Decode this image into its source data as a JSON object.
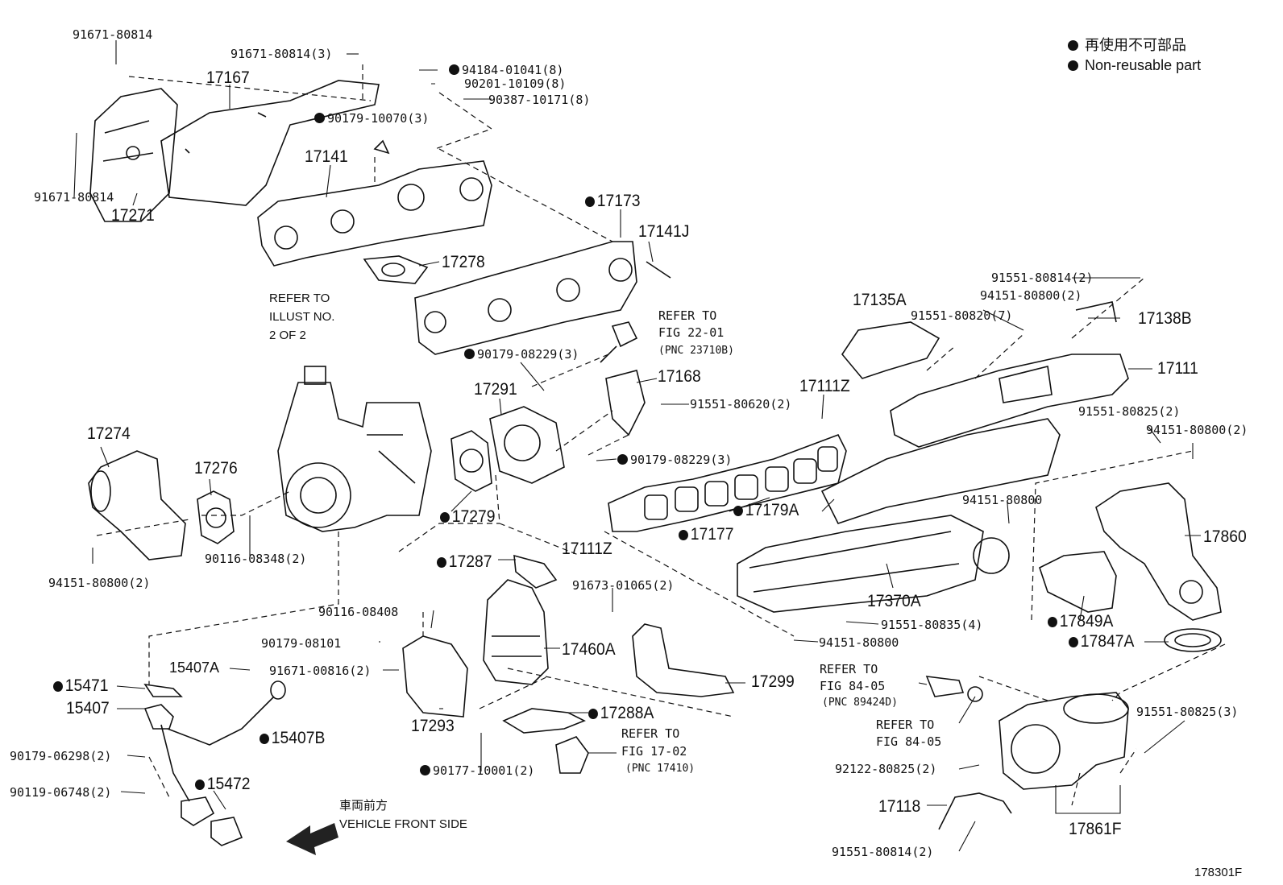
{
  "legend": {
    "non_reusable_jp": "再使用不可部品",
    "non_reusable_en": "Non-reusable part"
  },
  "labels": {
    "p91671_80814_a": "91671-80814",
    "p91671_80814_3": "91671-80814(3)",
    "p91671_80814_b": "91671-80814",
    "p17167": "17167",
    "p17271": "17271",
    "p94184_01041": "94184-01041(8)",
    "p90201_10109": "90201-10109(8)",
    "p90387_10171": "90387-10171(8)",
    "p90179_10070": "90179-10070(3)",
    "p17141": "17141",
    "p17173": "17173",
    "p17141J": "17141J",
    "p17278": "17278",
    "refer_illust": "REFER TO",
    "refer_illust_2": "ILLUST NO.",
    "refer_illust_3": "2 OF 2",
    "refer_fig_22": "REFER TO",
    "refer_fig_22_2": "FIG 22-01",
    "refer_fig_22_3": "(PNC 23710B)",
    "p90179_08229_3a": "90179-08229(3)",
    "p17168": "17168",
    "p91551_80620": "91551-80620(2)",
    "p17291": "17291",
    "p90179_08229_3b": "90179-08229(3)",
    "p17274": "17274",
    "p17276": "17276",
    "p17279": "17279",
    "p94151_80800_2a": "94151-80800(2)",
    "p90116_08348": "90116-08348(2)",
    "p17287": "17287",
    "p17111Z_a": "17111Z",
    "p17111Z_b": "17111Z",
    "p17179A": "17179A",
    "p17177": "17177",
    "p17135A": "17135A",
    "p91551_80820": "91551-80820(7)",
    "p91551_80814_2a": "91551-80814(2)",
    "p94151_80800_2b": "94151-80800(2)",
    "p17138B": "17138B",
    "p17111": "17111",
    "p91551_80825_2": "91551-80825(2)",
    "p94151_80800_2c": "94151-80800(2)",
    "p94151_80800_a": "94151-80800",
    "p17860": "17860",
    "p17370A": "17370A",
    "p17849A": "17849A",
    "p17847A": "17847A",
    "p91673_01065": "91673-01065(2)",
    "p91551_80835": "91551-80835(4)",
    "p94151_80800_b": "94151-80800",
    "p90116_08408": "90116-08408",
    "p17460A": "17460A",
    "p90179_08101": "90179-08101",
    "p15407A": "15407A",
    "p91671_00816": "91671-00816(2)",
    "p15471": "15471",
    "p15407": "15407",
    "p15407B": "15407B",
    "p17293": "17293",
    "p17299": "17299",
    "p17288A": "17288A",
    "refer_fig_84a": "REFER TO",
    "refer_fig_84a_2": "FIG 84-05",
    "refer_fig_84a_3": "(PNC 89424D)",
    "refer_fig_84b": "REFER TO",
    "refer_fig_84b_2": "FIG 84-05",
    "p91551_80825_3": "91551-80825(3)",
    "p92122_80825": "92122-80825(2)",
    "p90179_06298": "90179-06298(2)",
    "p90119_06748": "90119-06748(2)",
    "p15472": "15472",
    "p90177_10001": "90177-10001(2)",
    "refer_fig_17": "REFER TO",
    "refer_fig_17_2": "FIG 17-02",
    "refer_fig_17_3": "(PNC 17410)",
    "p17118": "17118",
    "p17861F": "17861F",
    "p91551_80814_2b": "91551-80814(2)",
    "front_jp": "車両前方",
    "front_en": "VEHICLE FRONT SIDE",
    "fig_id": "178301F"
  }
}
